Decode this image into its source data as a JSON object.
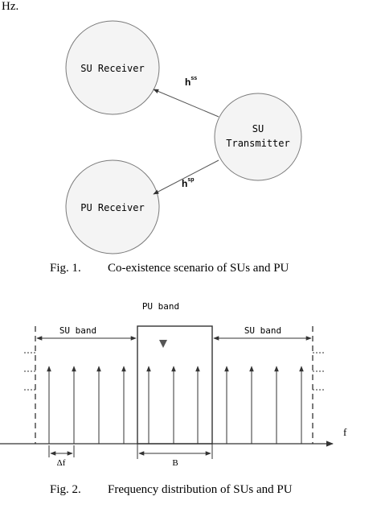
{
  "top_fragment": "Hz.",
  "fig1": {
    "su_receiver": "SU Receiver",
    "pu_receiver": "PU Receiver",
    "su_transmitter_line1": "SU",
    "su_transmitter_line2": "Transmitter",
    "link_ss": {
      "base": "h",
      "sup": "ss"
    },
    "link_sp": {
      "base": "h",
      "sup": "sp"
    },
    "caption_label": "Fig. 1.",
    "caption_text": "Co-existence scenario of SUs and PU"
  },
  "fig2": {
    "pu_band_label": "PU band",
    "su_band_left_label": "SU band",
    "su_band_right_label": "SU band",
    "axis_label": "f",
    "delta_f_label": "Δf",
    "b_label": "B",
    "caption_label": "Fig. 2.",
    "caption_text": "Frequency distribution of SUs and PU"
  }
}
